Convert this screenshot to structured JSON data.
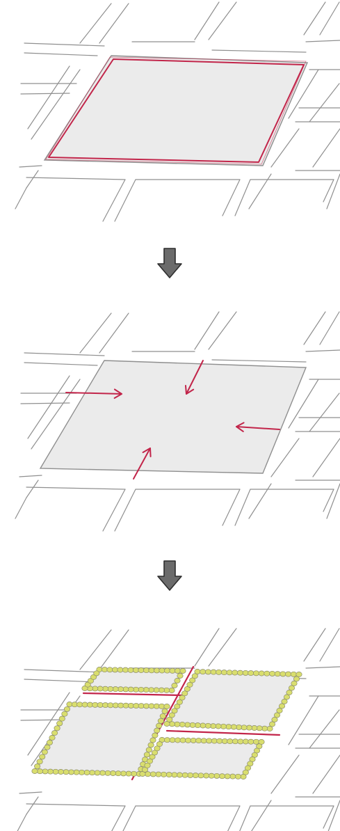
{
  "diagram": {
    "panels": [
      {
        "id": "block-outline",
        "arrows": 0,
        "divisions": 0
      },
      {
        "id": "block-inward-arrows",
        "arrows": 4,
        "divisions": 0
      },
      {
        "id": "block-subdivided",
        "arrows": 0,
        "divisions": 4
      }
    ],
    "connectors": 2
  },
  "colors": {
    "street_line": "#8f8f8f",
    "block_fill": "#ebebeb",
    "accent_red": "#c2254a",
    "tree_yellow": "#d9de6e",
    "tree_outline": "#8c8c6a",
    "arrow_fill": "#6b6b6b",
    "arrow_stroke": "#2d2d2d"
  }
}
